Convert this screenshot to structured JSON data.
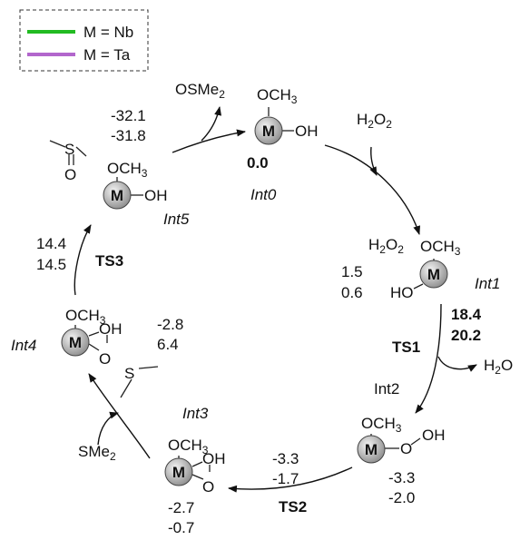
{
  "legend": {
    "items": [
      {
        "label": "M = Nb",
        "color": "#22bb22"
      },
      {
        "label": "M = Ta",
        "color": "#b266cc"
      }
    ]
  },
  "colors": {
    "nb": "#22bb22",
    "ta": "#b266cc",
    "metal_fill": "#a9a9a9"
  },
  "metal_symbol": "M",
  "labels": {
    "h2o2_reagent": "H2O2",
    "h2o2_bound": "H2O2",
    "h2o_product": "H2O",
    "osme2_product": "OSMe2",
    "sme2_reagent": "SMe2",
    "och3": "OCH3",
    "oh": "OH",
    "ho": "HO",
    "o": "O",
    "s": "S"
  },
  "species": {
    "int0": {
      "name": "Int0",
      "energy": "0.0"
    },
    "int1": {
      "name": "Int1",
      "nb": "1.5",
      "ta": "0.6"
    },
    "ts1": {
      "name": "TS1",
      "nb": "18.4",
      "ta": "20.2"
    },
    "int2": {
      "name": "Int2",
      "nb": "-3.3",
      "ta": "-2.0"
    },
    "ts2": {
      "name": "TS2",
      "nb": "-3.3",
      "ta": "-1.7"
    },
    "int3": {
      "name": "Int3",
      "nb": "-2.7",
      "ta": "-0.7"
    },
    "int4": {
      "name": "Int4",
      "nb": "-2.8",
      "ta": "6.4"
    },
    "ts3": {
      "name": "TS3",
      "nb": "14.4",
      "ta": "14.5"
    },
    "int5": {
      "name": "Int5",
      "nb": "-32.1",
      "ta": "-31.8"
    }
  }
}
